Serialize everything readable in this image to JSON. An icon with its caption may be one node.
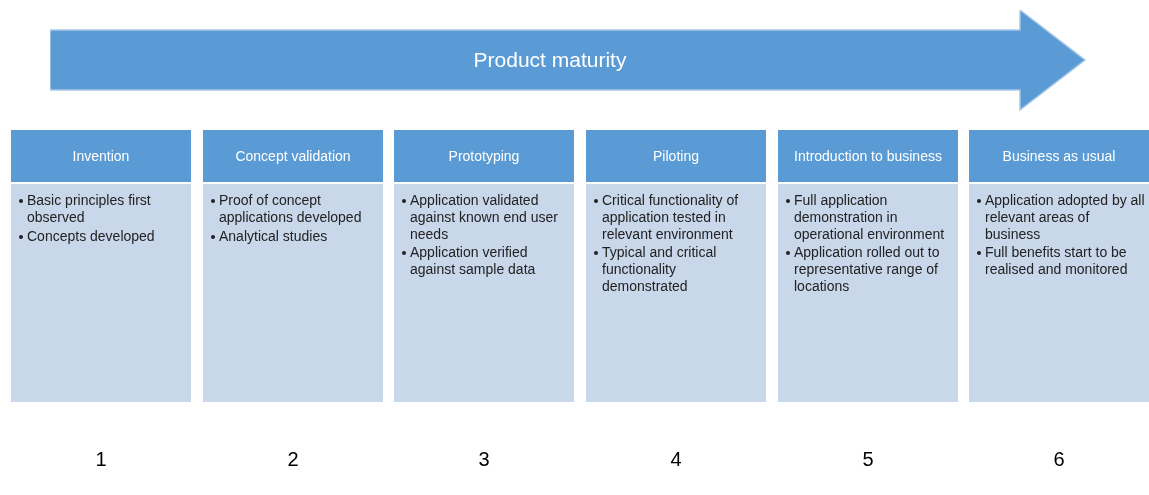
{
  "diagram": {
    "nodes": [
      {
        "text": [
          "Product maturity"
        ]
      },
      {
        "text": [
          "Invention",
          "Basic principles first observed",
          "Concepts developed"
        ],
        "beside": [
          "1"
        ]
      },
      {
        "text": [
          "Concept validation",
          "Proof of concept applications developed",
          "Analytical studies"
        ],
        "beside": [
          "2"
        ]
      },
      {
        "text": [
          "Prototyping",
          "Application validated against known end user needs",
          "Application verified against sample data"
        ],
        "beside": [
          "3"
        ]
      },
      {
        "text": [
          "Piloting",
          "Critical functionality of application tested in relevant environment",
          "Typical and critical functionality demonstrated"
        ],
        "beside": [
          "4"
        ]
      },
      {
        "text": [
          "Introduction to business",
          "Full application demonstration in operational environment",
          "Application rolled out to representative range of locations"
        ],
        "beside": [
          "5"
        ]
      },
      {
        "text": [
          "Business as usual",
          "Application adopted by all relevant areas of business",
          "Full benefits start to be realised and monitored"
        ],
        "beside": [
          "6"
        ]
      }
    ]
  }
}
